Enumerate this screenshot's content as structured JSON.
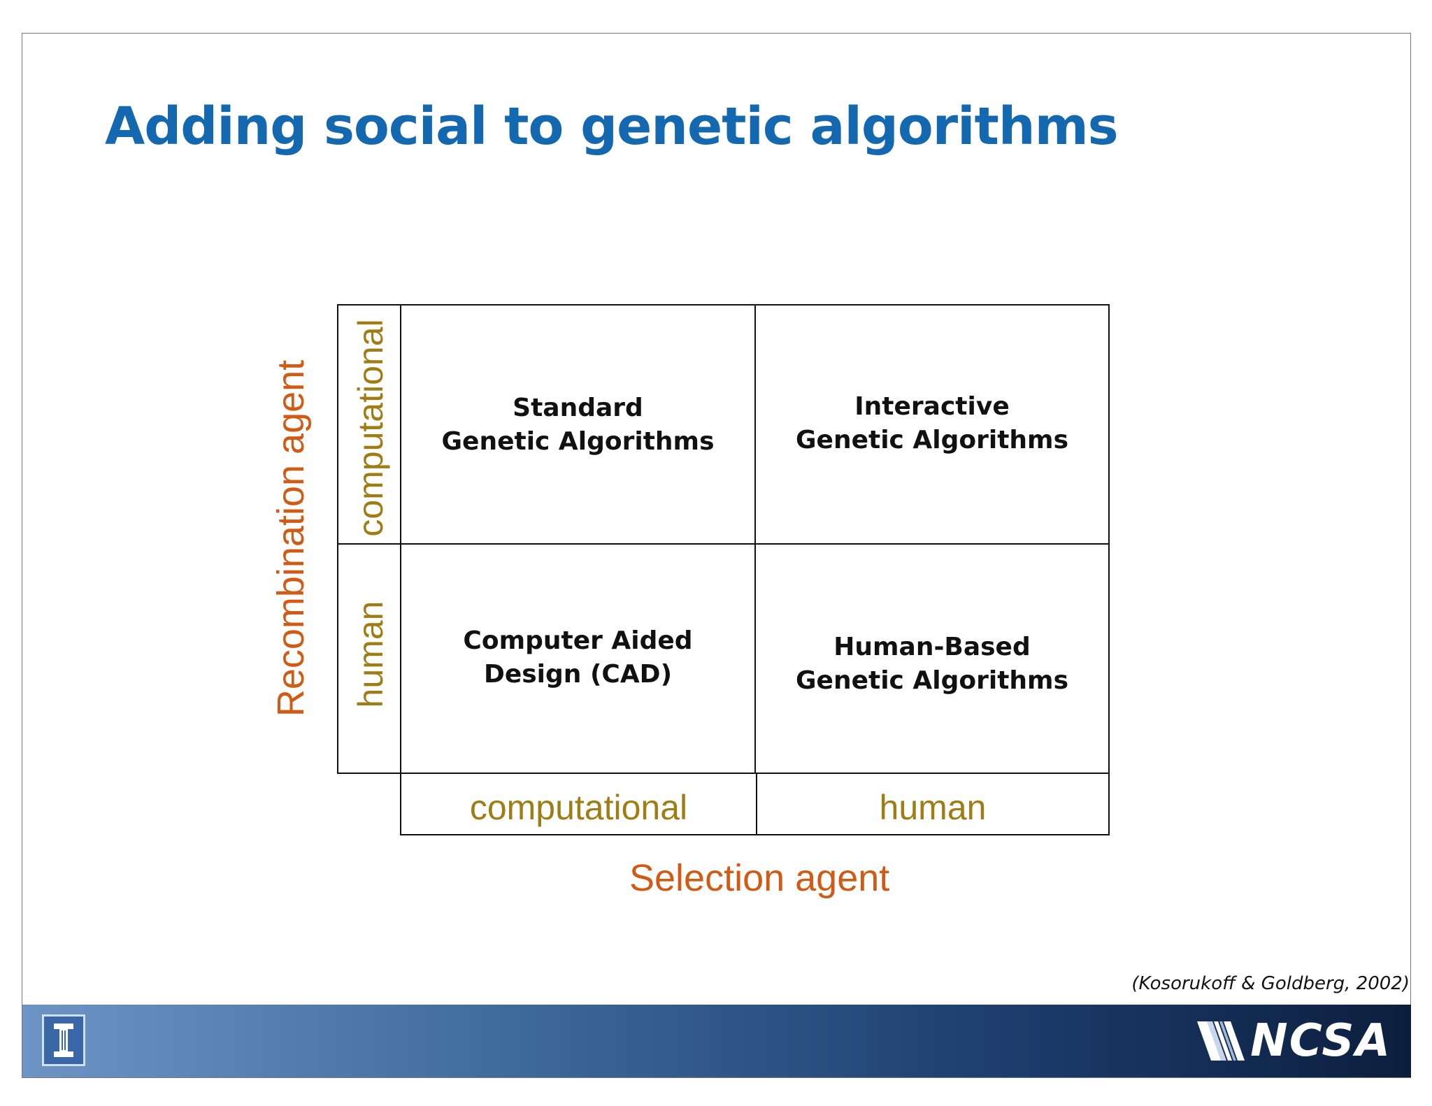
{
  "title": "Adding social to genetic algorithms",
  "matrix": {
    "cells": [
      {
        "lines": [
          "Standard",
          "Genetic Algorithms"
        ]
      },
      {
        "lines": [
          "Interactive",
          "Genetic Algorithms"
        ]
      },
      {
        "lines": [
          "Computer Aided",
          "Design (CAD)"
        ]
      },
      {
        "lines": [
          "Human-Based",
          "Genetic Algorithms"
        ]
      }
    ],
    "row_labels": [
      "computational",
      "human"
    ],
    "col_labels": [
      "computational",
      "human"
    ],
    "x_axis_label": "Selection agent",
    "y_axis_label": "Recombination agent"
  },
  "citation": "(Kosorukoff & Goldberg, 2002)",
  "footer": {
    "left_logo_icon": "university-of-illinois-block-i-icon",
    "right_logo_text": "NCSA"
  },
  "colors": {
    "title": "#1468b0",
    "axis_label": "#d15a14",
    "category_label": "#a07c14"
  }
}
